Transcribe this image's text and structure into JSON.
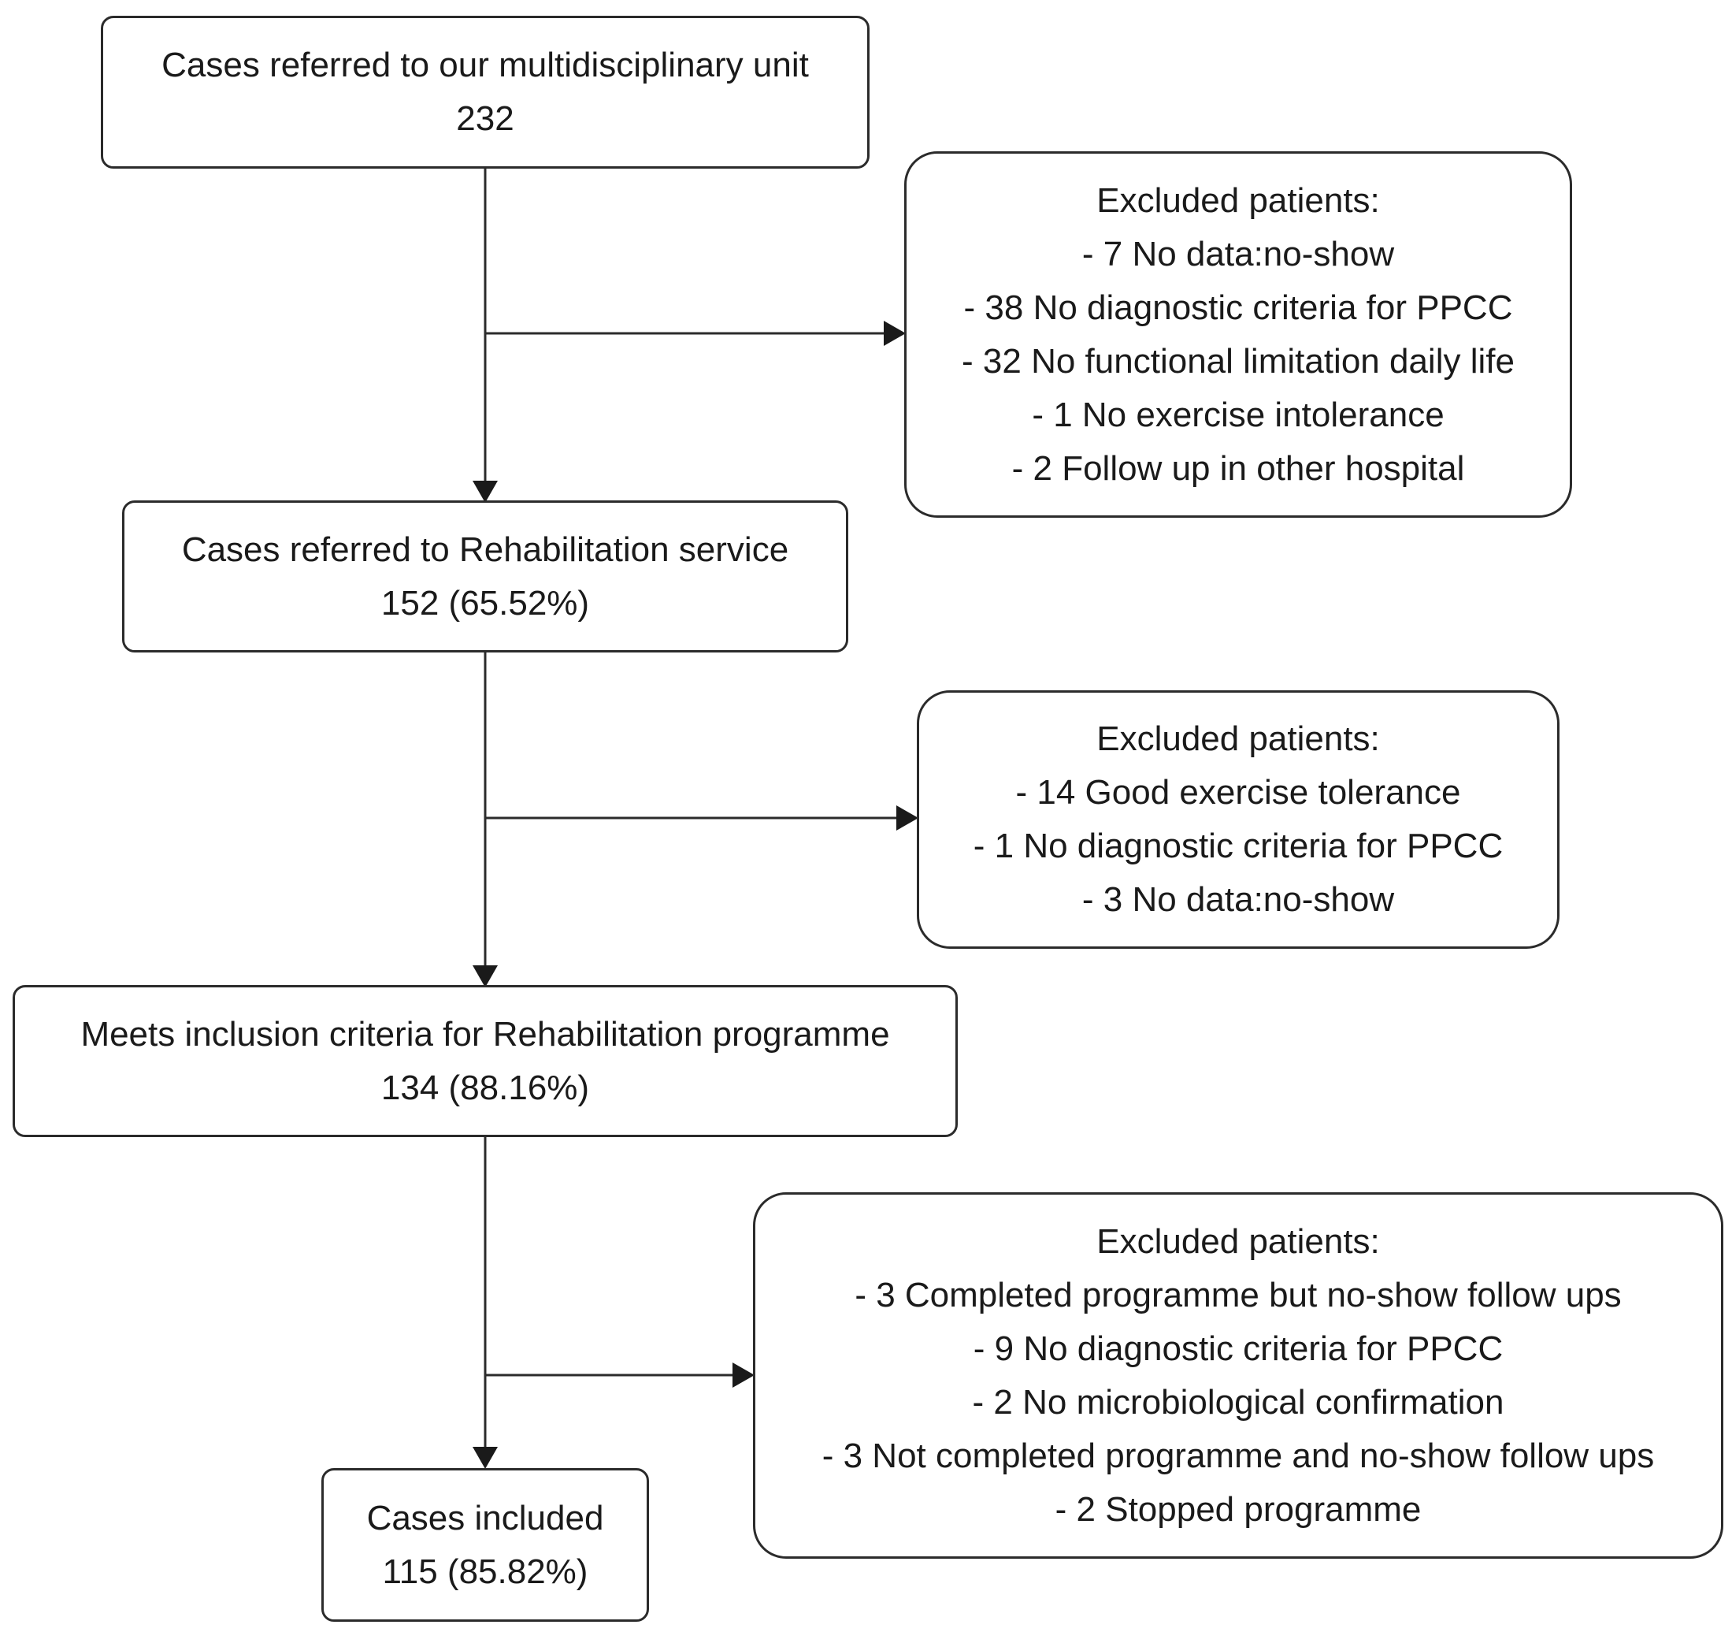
{
  "boxes": [
    {
      "title": "Cases referred to our multidisciplinary unit",
      "value": "232"
    },
    {
      "title": "Cases referred to Rehabilitation service",
      "value": "152 (65.52%)"
    },
    {
      "title": "Meets inclusion criteria for Rehabilitation programme",
      "value": "134 (88.16%)"
    },
    {
      "title": "Cases included",
      "value": "115 (85.82%)"
    }
  ],
  "exclusions": [
    {
      "heading": "Excluded patients:",
      "items": [
        "- 7 No data:no-show",
        "- 38 No diagnostic criteria for PPCC",
        "- 32 No functional limitation daily life",
        "- 1 No exercise intolerance",
        "- 2 Follow up in other hospital"
      ]
    },
    {
      "heading": "Excluded patients:",
      "items": [
        "- 14 Good exercise tolerance",
        "- 1 No diagnostic criteria for PPCC",
        "- 3 No data:no-show"
      ]
    },
    {
      "heading": "Excluded patients:",
      "items": [
        "- 3 Completed programme but no-show follow ups",
        "- 9 No diagnostic criteria for PPCC",
        "- 2 No microbiological confirmation",
        "- 3 Not completed programme and no-show follow ups",
        "- 2 Stopped programme"
      ]
    }
  ]
}
